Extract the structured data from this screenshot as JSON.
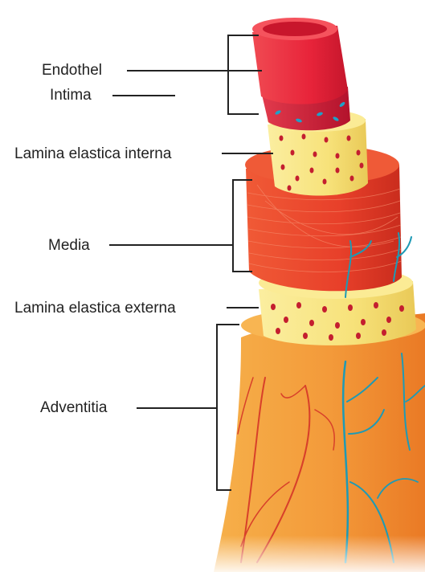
{
  "labels": {
    "endothel": "Endothel",
    "intima": "Intima",
    "lamina_interna": "Lamina elastica interna",
    "media": "Media",
    "lamina_externa": "Lamina elastica externa",
    "adventitia": "Adventitia"
  },
  "colors": {
    "endothel": "#e8243a",
    "intima": "#d61b3c",
    "cell_nuclei": "#1fa0c8",
    "lamina": "#f7e27a",
    "lamina_dots": "#c41e2f",
    "media": "#e8402a",
    "adventitia": "#f39a3a",
    "vein": "#1e9ab5",
    "artery": "#d8402a"
  }
}
